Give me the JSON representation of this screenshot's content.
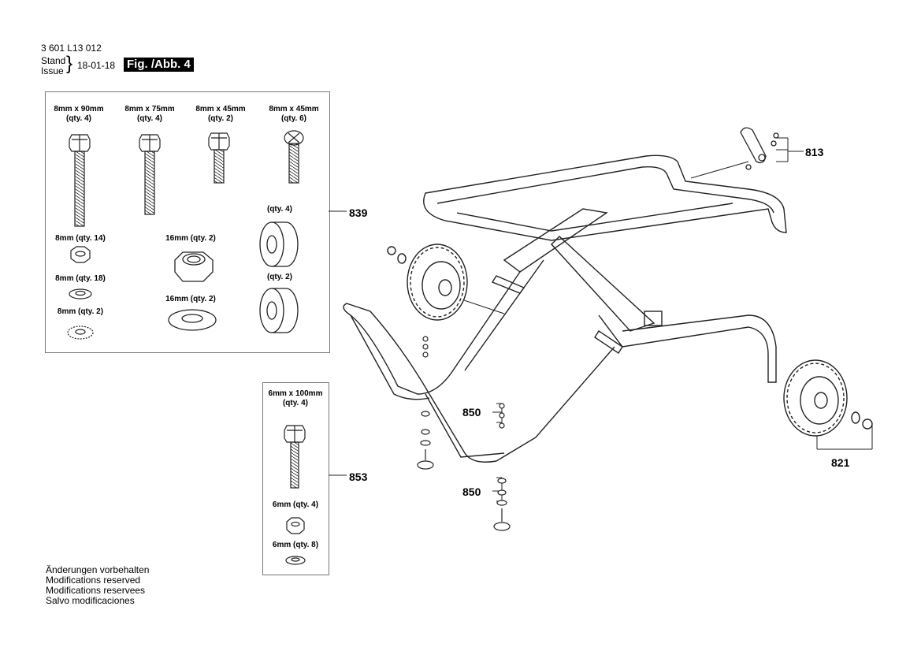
{
  "header": {
    "part_number": "3 601 L13 012",
    "stand_label": "Stand",
    "issue_label": "Issue",
    "brace": "}",
    "date": "18-01-18",
    "figure": "Fig. /Abb. 4"
  },
  "hardware_box_839": {
    "callout": "839",
    "items": [
      {
        "size": "8mm x 90mm",
        "qty": "(qty. 4)"
      },
      {
        "size": "8mm x 75mm",
        "qty": "(qty. 4)"
      },
      {
        "size": "8mm x 45mm",
        "qty": "(qty. 2)"
      },
      {
        "size": "8mm x 45mm",
        "qty": "(qty. 6)"
      }
    ],
    "nut_small": "8mm (qty. 14)",
    "nut_large": "16mm (qty. 2)",
    "washer_small": "8mm (qty. 18)",
    "washer_large": "16mm (qty. 2)",
    "lock_washer": "8mm (qty. 2)",
    "spacer_1": "(qty. 4)",
    "spacer_2": "(qty. 2)"
  },
  "hardware_box_853": {
    "callout": "853",
    "bolt_size": "6mm x 100mm",
    "bolt_qty": "(qty. 4)",
    "nut": "6mm (qty. 4)",
    "washer": "6mm (qty. 8)"
  },
  "callouts": {
    "c813": "813",
    "c850a": "850",
    "c850b": "850",
    "c821": "821"
  },
  "footer": [
    "Änderungen vorbehalten",
    "Modifications reserved",
    "Modifications reservees",
    "Salvo modificaciones"
  ]
}
